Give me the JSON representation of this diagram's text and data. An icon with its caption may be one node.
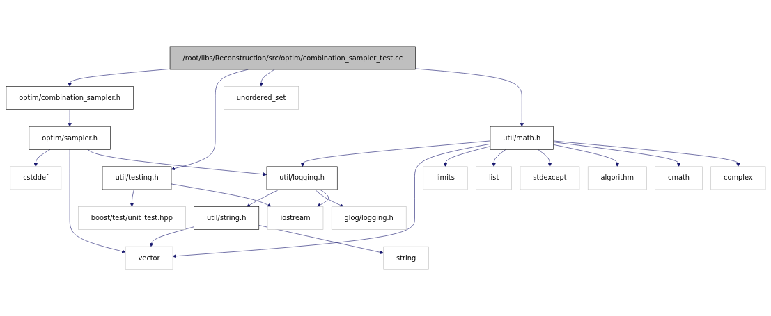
{
  "diagram": {
    "nodes": [
      {
        "text": [
          "/root/libs/Reconstruction/src/optim/combination_sampler_test.cc"
        ]
      },
      {
        "text": [
          "optim/combination_sampler.h"
        ]
      },
      {
        "text": [
          "util/testing.h"
        ]
      },
      {
        "text": [
          "unordered_set"
        ]
      },
      {
        "text": [
          "util/math.h"
        ]
      },
      {
        "text": [
          "optim/sampler.h"
        ]
      },
      {
        "text": [
          "boost/test/unit_test.hpp"
        ]
      },
      {
        "text": [
          "cstddef"
        ]
      },
      {
        "text": [
          "util/logging.h"
        ]
      },
      {
        "text": [
          "limits"
        ]
      },
      {
        "text": [
          "list"
        ]
      },
      {
        "text": [
          "stdexcept"
        ]
      },
      {
        "text": [
          "algorithm"
        ]
      },
      {
        "text": [
          "cmath"
        ]
      },
      {
        "text": [
          "complex"
        ]
      },
      {
        "text": [
          "util/string.h"
        ]
      },
      {
        "text": [
          "glog/logging.h"
        ]
      },
      {
        "text": [
          "iostream"
        ]
      },
      {
        "text": [
          "vector"
        ]
      },
      {
        "text": [
          "string"
        ]
      }
    ],
    "edges": [
      {
        "from": 0,
        "to": 1,
        "arrow": "to"
      },
      {
        "from": 0,
        "to": 2,
        "arrow": "to"
      },
      {
        "from": 0,
        "to": 3,
        "arrow": "to"
      },
      {
        "from": 0,
        "to": 4,
        "arrow": "to"
      },
      {
        "from": 1,
        "to": 5,
        "arrow": "to"
      },
      {
        "from": 2,
        "to": 6,
        "arrow": "to"
      },
      {
        "from": 2,
        "to": 17,
        "arrow": "to"
      },
      {
        "from": 4,
        "to": 8,
        "arrow": "to"
      },
      {
        "from": 4,
        "to": 18,
        "arrow": "to"
      },
      {
        "from": 4,
        "to": 9,
        "arrow": "to"
      },
      {
        "from": 4,
        "to": 10,
        "arrow": "to"
      },
      {
        "from": 4,
        "to": 11,
        "arrow": "to"
      },
      {
        "from": 4,
        "to": 12,
        "arrow": "to"
      },
      {
        "from": 4,
        "to": 13,
        "arrow": "to"
      },
      {
        "from": 4,
        "to": 14,
        "arrow": "to"
      },
      {
        "from": 5,
        "to": 7,
        "arrow": "to"
      },
      {
        "from": 5,
        "to": 18,
        "arrow": "to"
      },
      {
        "from": 5,
        "to": 8,
        "arrow": "to"
      },
      {
        "from": 8,
        "to": 15,
        "arrow": "to"
      },
      {
        "from": 8,
        "to": 16,
        "arrow": "to"
      },
      {
        "from": 8,
        "to": 17,
        "arrow": "to"
      },
      {
        "from": 15,
        "to": 18,
        "arrow": "to"
      },
      {
        "from": 15,
        "to": 19,
        "arrow": "to"
      }
    ]
  }
}
